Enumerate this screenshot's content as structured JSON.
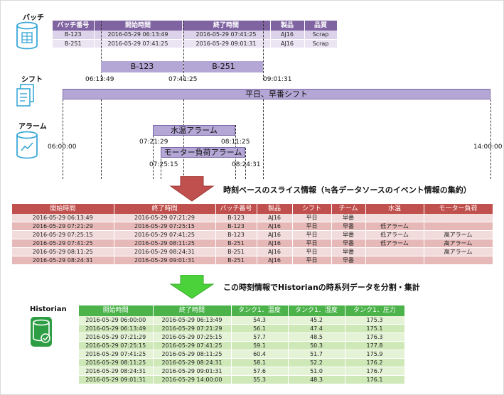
{
  "colors": {
    "purple": "#8064a2",
    "red": "#c0504d",
    "green": "#4bb34a",
    "cyan_icon": "#3aa8d8",
    "timeline_bar": "#b4a7d6"
  },
  "sections": {
    "batch": "バッチ",
    "shift": "シフト",
    "alarm": "アラーム",
    "historian": "Historian"
  },
  "icons": {
    "batch": "database-icon",
    "shift": "documents-icon",
    "alarm": "database-chart-icon",
    "historian": "database-check-icon",
    "arrow1": "down-arrow-red-icon",
    "arrow2": "down-arrow-green-icon"
  },
  "batch_table": {
    "headers": [
      "バッチ番号",
      "開始時間",
      "終了時間",
      "製品",
      "品質"
    ],
    "rows": [
      [
        "B-123",
        "2016-05-29 06:13:49",
        "2016-05-29 07:41:25",
        "AJ16",
        "Scrap"
      ],
      [
        "B-251",
        "2016-05-29 07:41:25",
        "2016-05-29 09:01:31",
        "AJ16",
        "Scrap"
      ]
    ]
  },
  "timeline": {
    "batch_bars": [
      "B-123",
      "B-251"
    ],
    "batch_times": [
      "06:13:49",
      "07:41:25",
      "09:01:31"
    ],
    "shift_bar": "平日、早番シフト",
    "axis_start": "06:00:00",
    "axis_end": "14:00:00",
    "alarm_water": "水温アラーム",
    "alarm_water_start": "07:21:29",
    "alarm_water_end": "08:11:25",
    "alarm_motor": "モーター負荷アラーム",
    "alarm_motor_start": "07:25:15",
    "alarm_motor_end": "08:24:31"
  },
  "slice_title": "時刻ベースのスライス情報（≒各データソースのイベント情報の集約）",
  "slice_table": {
    "headers": [
      "開始時間",
      "終了時間",
      "バッチ番号",
      "製品",
      "シフト",
      "チーム",
      "水温",
      "モーター負荷"
    ],
    "rows": [
      [
        "2016-05-29 06:13:49",
        "2016-05-29 07:21:29",
        "B-123",
        "AJ16",
        "平日",
        "早番",
        "",
        ""
      ],
      [
        "2016-05-29 07:21:29",
        "2016-05-29 07:25:15",
        "B-123",
        "AJ16",
        "平日",
        "早番",
        "低アラーム",
        ""
      ],
      [
        "2016-05-29 07:25:15",
        "2016-05-29 07:41:25",
        "B-123",
        "AJ16",
        "平日",
        "早番",
        "低アラーム",
        "高アラーム"
      ],
      [
        "2016-05-29 07:41:25",
        "2016-05-29 08:11:25",
        "B-251",
        "AJ16",
        "平日",
        "早番",
        "低アラーム",
        "高アラーム"
      ],
      [
        "2016-05-29 08:11:25",
        "2016-05-29 08:24:31",
        "B-251",
        "AJ16",
        "平日",
        "早番",
        "",
        "高アラーム"
      ],
      [
        "2016-05-29 08:24:31",
        "2016-05-29 09:01:31",
        "B-251",
        "AJ16",
        "平日",
        "早番",
        "",
        ""
      ]
    ]
  },
  "hist_title": "この時刻情報でHistorianの時系列データを分割・集計",
  "hist_table": {
    "headers": [
      "開始時間",
      "終了時間",
      "タンク1．温度",
      "タンク1．湿度",
      "タンク1．圧力"
    ],
    "rows": [
      [
        "2016-05-29 06:00:00",
        "2016-05-29 06:13:49",
        "54.3",
        "45.2",
        "175.3"
      ],
      [
        "2016-05-29 06:13:49",
        "2016-05-29 07:21:29",
        "56.1",
        "47.4",
        "175.1"
      ],
      [
        "2016-05-29 07:21:29",
        "2016-05-29 07:25:15",
        "57.7",
        "48.5",
        "176.3"
      ],
      [
        "2016-05-29 07:25:15",
        "2016-05-29 07:41:25",
        "59.1",
        "50.3",
        "177.8"
      ],
      [
        "2016-05-29 07:41:25",
        "2016-05-29 08:11:25",
        "60.4",
        "51.7",
        "175.9"
      ],
      [
        "2016-05-29 08:11:25",
        "2016-05-29 08:24:31",
        "58.1",
        "52.2",
        "176.2"
      ],
      [
        "2016-05-29 08:24:31",
        "2016-05-29 09:01:31",
        "57.6",
        "51.0",
        "176.7"
      ],
      [
        "2016-05-29 09:01:31",
        "2016-05-29 14:00:00",
        "55.3",
        "48.3",
        "176.1"
      ]
    ]
  }
}
